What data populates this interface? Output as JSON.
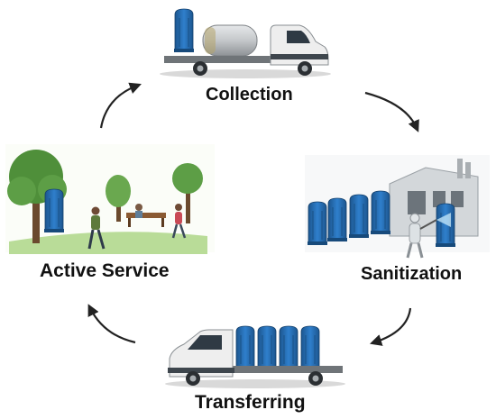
{
  "stages": {
    "collection": {
      "label": "Collection"
    },
    "sanitization": {
      "label": "Sanitization"
    },
    "transferring": {
      "label": "Transferring"
    },
    "active_service": {
      "label": "Active Service"
    }
  },
  "colors": {
    "toilet_blue": "#2a74c2",
    "toilet_dark": "#1c568f",
    "truck_white": "#eeeeee",
    "tank_silver": "#c9ccce",
    "tree_green": "#4f8f3a",
    "grass_green": "#9fce7a",
    "building_gray": "#cfd3d6",
    "arrow_black": "#222222"
  },
  "icons": [
    "cycle-arrow-icon",
    "truck-icon",
    "portable-toilet-icon",
    "tree-icon",
    "factory-icon",
    "worker-icon",
    "person-icon",
    "bench-icon"
  ]
}
